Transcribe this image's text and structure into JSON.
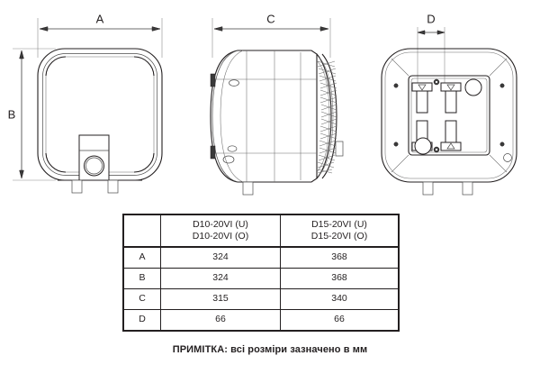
{
  "document": {
    "kind": "dimensional-drawing",
    "note": "ПРИМІТКА: всі розміри зазначено в мм"
  },
  "views": [
    {
      "id": "front",
      "dimension_labels": [
        "A",
        "B"
      ]
    },
    {
      "id": "side",
      "dimension_labels": [
        "C"
      ]
    },
    {
      "id": "rear",
      "dimension_labels": [
        "D"
      ]
    }
  ],
  "dimension_labels": {
    "a": "A",
    "b": "B",
    "c": "C",
    "d": "D"
  },
  "table": {
    "header": {
      "key": "",
      "col1_line1": "D10-20VI (U)",
      "col1_line2": "D10-20VI (O)",
      "col2_line1": "D15-20VI (U)",
      "col2_line2": "D15-20VI (O)"
    },
    "rows": [
      {
        "key": "A",
        "col1": "324",
        "col2": "368"
      },
      {
        "key": "B",
        "col1": "324",
        "col2": "368"
      },
      {
        "key": "C",
        "col1": "315",
        "col2": "340"
      },
      {
        "key": "D",
        "col1": "66",
        "col2": "66"
      }
    ]
  },
  "colors": {
    "line": "#231f20",
    "thin_line": "#4a4a4a",
    "hairline": "#6d6d6d",
    "background": "#ffffff"
  }
}
